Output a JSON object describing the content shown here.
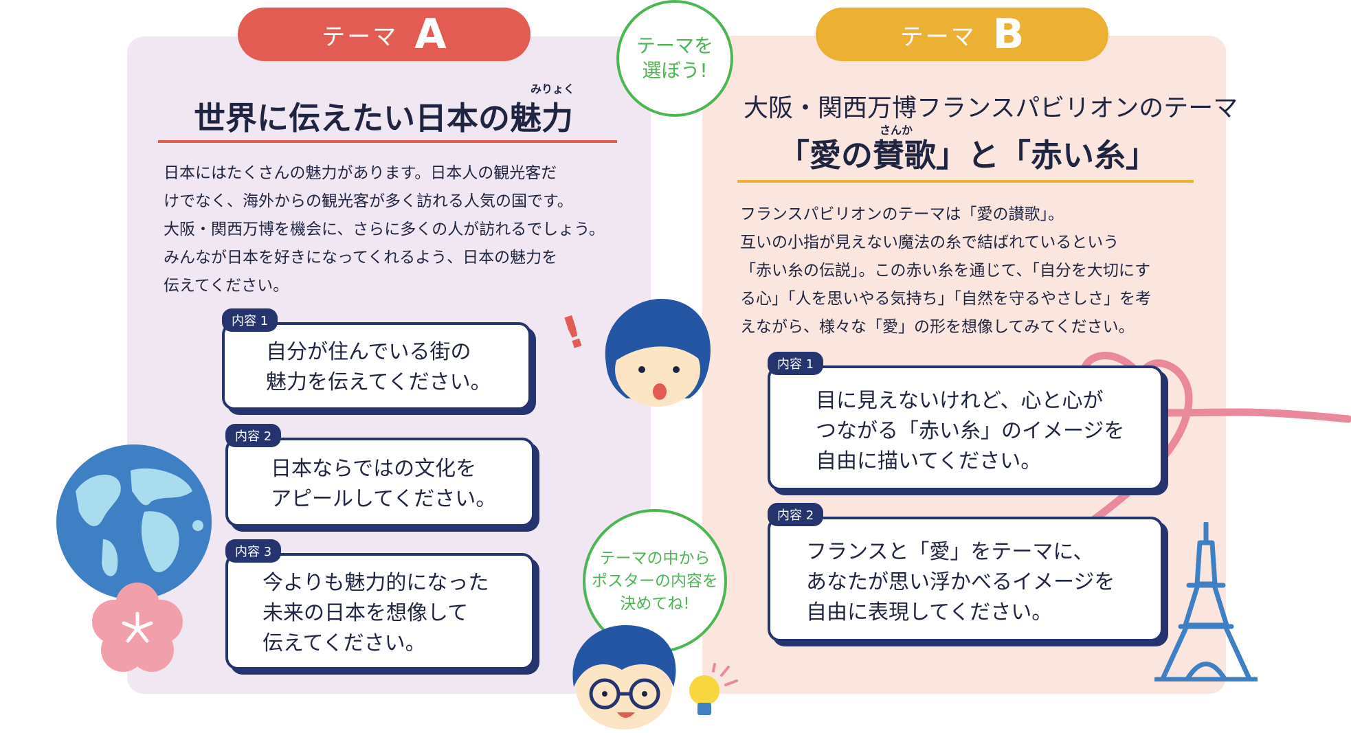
{
  "theme_a": {
    "pill_label": "テーマ",
    "pill_letter": "A",
    "title": "世界に伝えたい日本の魅力",
    "title_ruby": "みりょく",
    "intro_lines": [
      "日本にはたくさんの魅力があります。日本人の観光客だ",
      "けでなく、海外からの観光客が多く訪れる人気の国です。",
      "大阪・関西万博を機会に、さらに多くの人が訪れるでしょう。",
      "みんなが日本を好きになってくれるよう、日本の魅力を",
      "伝えてください。"
    ],
    "cards": [
      {
        "tag": "内容 1",
        "lines": [
          "自分が住んでいる街の",
          "魅力を伝えてください。"
        ]
      },
      {
        "tag": "内容 2",
        "lines": [
          "日本ならではの文化を",
          "アピールしてください。"
        ]
      },
      {
        "tag": "内容 3",
        "lines": [
          "今よりも魅力的になった",
          "未来の日本を想像して",
          "伝えてください。"
        ]
      }
    ]
  },
  "theme_b": {
    "pill_label": "テーマ",
    "pill_letter": "B",
    "title_line1": "大阪・関西万博フランスパビリオンのテーマ",
    "title_line2": "「愛の賛歌」と「赤い糸」",
    "title_ruby": "さんか",
    "intro_lines": [
      "フランスパビリオンのテーマは「愛の讃歌」。",
      "互いの小指が見えない魔法の糸で結ばれているという",
      "「赤い糸の伝説」。この赤い糸を通じて、「自分を大切にす",
      "る心」「人を思いやる気持ち」「自然を守るやさしさ」を考",
      "えながら、様々な「愛」の形を想像してみてください。"
    ],
    "cards": [
      {
        "tag": "内容 1",
        "lines": [
          "目に見えないけれど、心と心が",
          "つながる「赤い糸」のイメージを",
          "自由に描いてください。"
        ]
      },
      {
        "tag": "内容 2",
        "lines": [
          "フランスと「愛」をテーマに、",
          "あなたが思い浮かべるイメージを",
          "自由に表現してください。"
        ]
      }
    ]
  },
  "bubble_top": [
    "テーマを",
    "選ぼう!"
  ],
  "bubble_mid": [
    "テーマの中から",
    "ポスターの内容を",
    "決めてね!"
  ],
  "exclamation": "!",
  "colors": {
    "theme_a": "#e35c54",
    "theme_b": "#ebb034",
    "navy": "#25346e",
    "green": "#4cb652",
    "panel_a_bg": "#f1e7f2",
    "panel_b_bg": "#fae6df",
    "globe_blue": "#3f7fc3",
    "globe_land": "#a9dcef",
    "flower_pink": "#f1a0ab",
    "thread_pink": "#e9899b",
    "tower_blue": "#3f7fc3"
  },
  "decorations": [
    "globe-icon",
    "flower-icon",
    "girl-avatar",
    "boy-avatar",
    "lightbulb-icon",
    "red-thread-heart",
    "eiffel-tower-icon"
  ]
}
